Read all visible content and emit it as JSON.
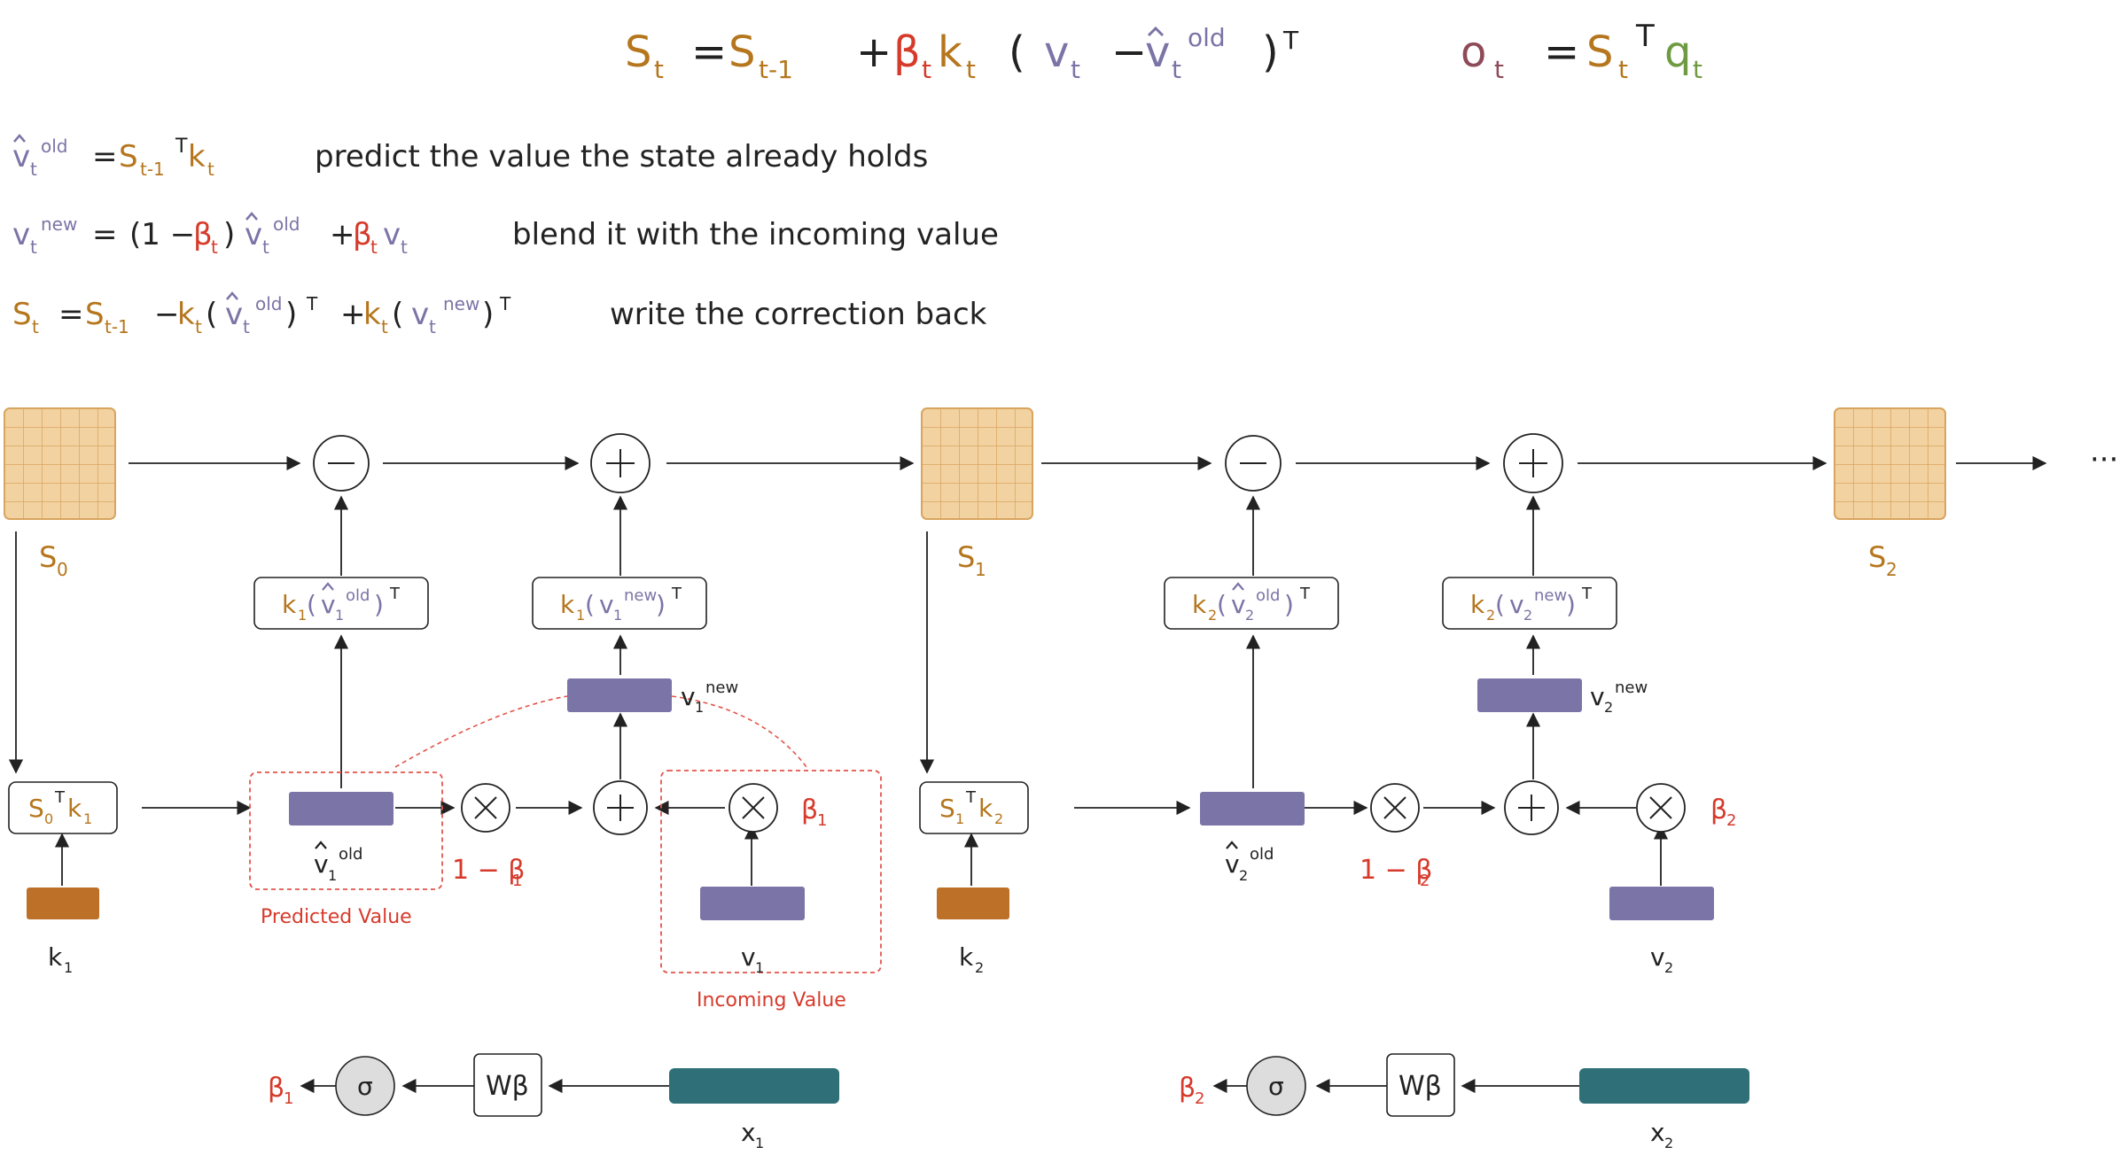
{
  "colors": {
    "state": "#b5761d",
    "beta": "#d63a2b",
    "value": "#7b74a6",
    "output": "#8e4a58",
    "query": "#6e9a42",
    "ink": "#222222",
    "state_fill": "#f3d2a2",
    "state_stroke": "#d8a45e",
    "key_bar": "#bd7128",
    "value_bar": "#7b74a6",
    "input_bar": "#2e6f78",
    "sigma_fill": "#dddddd",
    "dashed": "#e2554a"
  },
  "top_equation": {
    "lhs": "S",
    "lhs_sub": "t",
    "prev": "S",
    "prev_sub": "t-1",
    "beta": "β",
    "beta_sub": "t",
    "key": "k",
    "key_sub": "t",
    "paren_open": "(",
    "v": "v",
    "v_sub": "t",
    "vhat": "v",
    "vhat_sub": "t",
    "vhat_sup": "old",
    "paren_close": ")",
    "transpose": "T",
    "out": "o",
    "out_sub": "t",
    "state2": "S",
    "state2_sub": "t",
    "state2_sup": "T",
    "query": "q",
    "query_sub": "t",
    "eq": "=",
    "plus": "+",
    "minus": "−"
  },
  "steps": [
    {
      "text": "predict the value the state already holds"
    },
    {
      "text": "blend it with the incoming value"
    },
    {
      "text": "write the correction back"
    }
  ],
  "step_eqs": {
    "e1_v": "v",
    "e1_sub": "t",
    "e1_sup": "old",
    "e1_eq": "=",
    "e1_s": "S",
    "e1_ssub": "t-1",
    "e1_T": "T",
    "e1_k": "k",
    "e1_ksub": "t",
    "e2_v": "v",
    "e2_sub": "t",
    "e2_sup": "new",
    "e2_eq": "=",
    "e2_open": "(1 −",
    "e2_b": "β",
    "e2_bsub": "t",
    "e2_close": ")",
    "e2_vh": "v",
    "e2_vhsub": "t",
    "e2_vhsup": "old",
    "e2_plus": "+",
    "e2_b2": "β",
    "e2_b2sub": "t",
    "e2_v2": "v",
    "e2_v2sub": "t",
    "e3_s": "S",
    "e3_ssub": "t",
    "e3_eq": "=",
    "e3_s2": "S",
    "e3_s2sub": "t-1",
    "e3_minus": "−",
    "e3_k": "k",
    "e3_ksub": "t",
    "e3_open": "(",
    "e3_vh": "v",
    "e3_vhsub": "t",
    "e3_vhsup": "old",
    "e3_close": ")",
    "e3_T": "T",
    "e3_plus": "+",
    "e3_k2": "k",
    "e3_k2sub": "t",
    "e3_open2": "(",
    "e3_vn": "v",
    "e3_vnsub": "t",
    "e3_vnsup": "new",
    "e3_close2": ")",
    "e3_T2": "T"
  },
  "diagram": {
    "minus_op": "−",
    "plus_op": "+",
    "times_op": "×",
    "ellipsis": "···",
    "blocks": [
      {
        "state_in": "S",
        "state_in_sub": "0",
        "state_out": "S",
        "state_out_sub": "1",
        "query_box": "S",
        "query_box_sub": "0",
        "query_box_sup": "T",
        "query_box_k": "k",
        "query_box_ksub": "1",
        "old_box_k": "k",
        "old_box_ksub": "1",
        "old_box_v": "v",
        "old_box_vsub": "1",
        "old_box_vsup": "old",
        "old_box_T": "T",
        "new_box_k": "k",
        "new_box_ksub": "1",
        "new_box_v": "v",
        "new_box_vsub": "1",
        "new_box_vsup": "new",
        "new_box_T": "T",
        "vnew_label": "v",
        "vnew_sub": "1",
        "vnew_sup": "new",
        "vold_label": "v",
        "vold_sub": "1",
        "vold_sup": "old",
        "one_minus": "1 − β",
        "one_minus_sub": "1",
        "beta_label": "β",
        "beta_sub": "1",
        "k_label": "k",
        "k_sub": "1",
        "v_label": "v",
        "v_sub": "1",
        "predicted_label": "Predicted Value",
        "incoming_label": "Incoming Value",
        "beta_out": "β",
        "beta_out_sub": "1",
        "sigma": "σ",
        "w_beta": "Wβ",
        "x_label": "x",
        "x_sub": "1"
      },
      {
        "state_out": "S",
        "state_out_sub": "2",
        "query_box": "S",
        "query_box_sub": "1",
        "query_box_sup": "T",
        "query_box_k": "k",
        "query_box_ksub": "2",
        "old_box_k": "k",
        "old_box_ksub": "2",
        "old_box_v": "v",
        "old_box_vsub": "2",
        "old_box_vsup": "old",
        "old_box_T": "T",
        "new_box_k": "k",
        "new_box_ksub": "2",
        "new_box_v": "v",
        "new_box_vsub": "2",
        "new_box_vsup": "new",
        "new_box_T": "T",
        "vnew_label": "v",
        "vnew_sub": "2",
        "vnew_sup": "new",
        "vold_label": "v",
        "vold_sub": "2",
        "vold_sup": "old",
        "one_minus": "1 − β",
        "one_minus_sub": "2",
        "beta_label": "β",
        "beta_sub": "2",
        "k_label": "k",
        "k_sub": "2",
        "v_label": "v",
        "v_sub": "2",
        "beta_out": "β",
        "beta_out_sub": "2",
        "sigma": "σ",
        "w_beta": "Wβ",
        "x_label": "x",
        "x_sub": "2"
      }
    ]
  }
}
